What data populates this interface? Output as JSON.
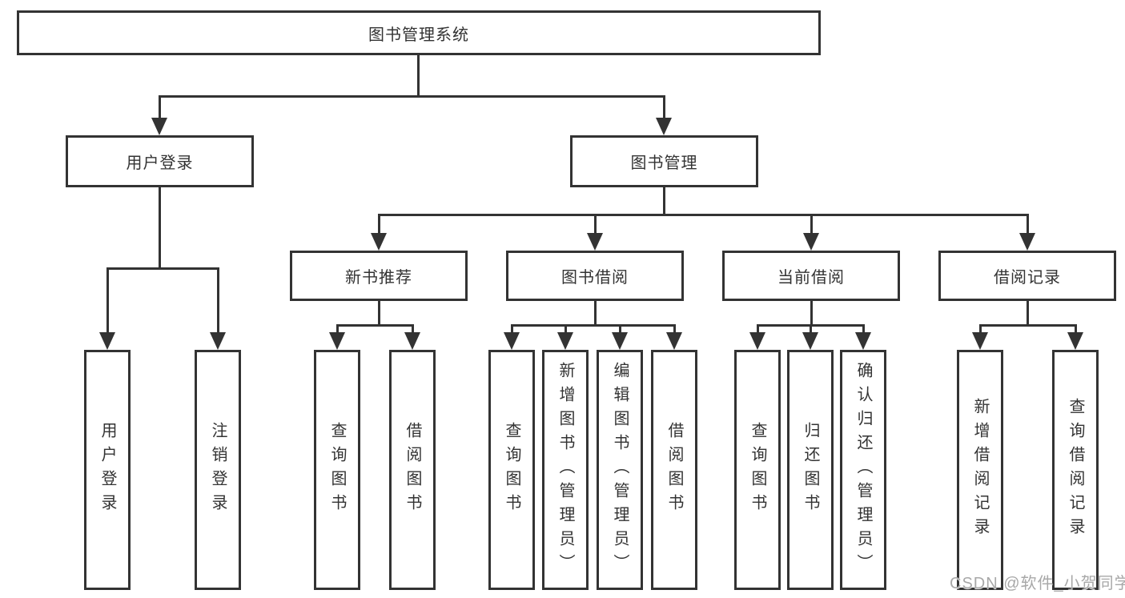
{
  "diagram_title": "图书管理系统",
  "tree": {
    "root": {
      "label": "图书管理系统"
    },
    "branches": [
      {
        "label": "用户登录",
        "leaves": [
          {
            "label": "用户登录"
          },
          {
            "label": "注销登录"
          }
        ]
      },
      {
        "label": "图书管理",
        "groups": [
          {
            "label": "新书推荐",
            "leaves": [
              {
                "label": "查询图书"
              },
              {
                "label": "借阅图书"
              }
            ]
          },
          {
            "label": "图书借阅",
            "leaves": [
              {
                "label": "查询图书"
              },
              {
                "label": "新增图书（管理员）"
              },
              {
                "label": "编辑图书（管理员）"
              },
              {
                "label": "借阅图书"
              }
            ]
          },
          {
            "label": "当前借阅",
            "leaves": [
              {
                "label": "查询图书"
              },
              {
                "label": "归还图书"
              },
              {
                "label": "确认归还（管理员）"
              }
            ]
          },
          {
            "label": "借阅记录",
            "leaves": [
              {
                "label": "新增借阅记录"
              },
              {
                "label": "查询借阅记录"
              }
            ]
          }
        ]
      }
    ]
  },
  "watermark": {
    "text": "CSDN @软件_小贺同学"
  },
  "colors": {
    "line": "#333333",
    "border": "#333333",
    "text": "#333333",
    "background": "#ffffff",
    "watermark": "#a8a8a8"
  }
}
